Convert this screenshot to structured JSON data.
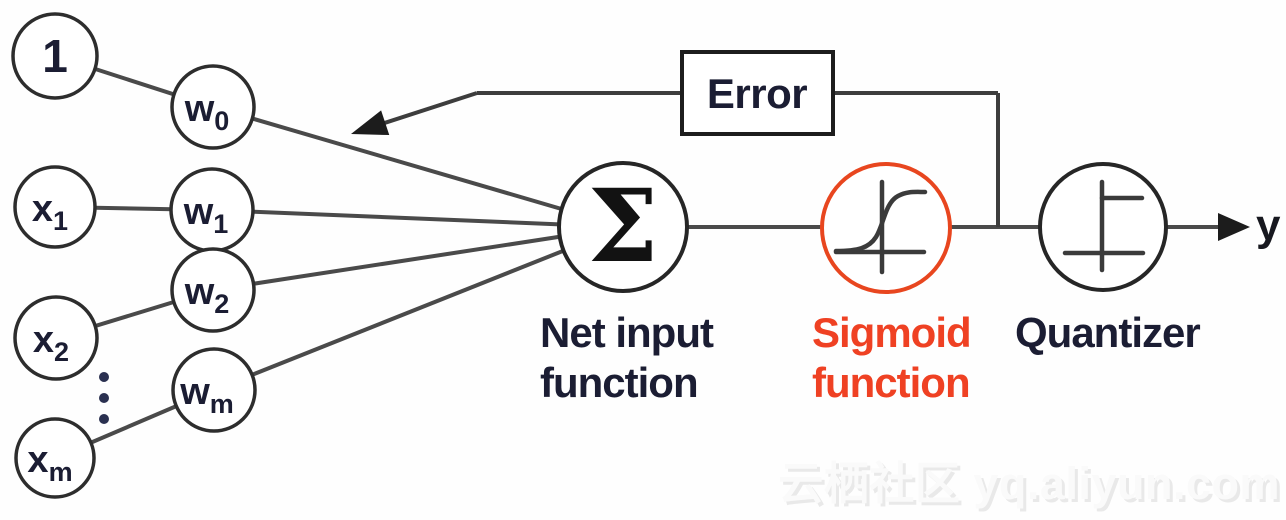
{
  "diagram": {
    "input_nodes": [
      {
        "label": "1",
        "sub": ""
      },
      {
        "label": "x",
        "sub": "1"
      },
      {
        "label": "x",
        "sub": "2"
      },
      {
        "label": "x",
        "sub": "m"
      }
    ],
    "weight_nodes": [
      {
        "label": "w",
        "sub": "0"
      },
      {
        "label": "w",
        "sub": "1"
      },
      {
        "label": "w",
        "sub": "2"
      },
      {
        "label": "w",
        "sub": "m"
      }
    ],
    "net_input_node": {
      "symbol": "Σ",
      "caption_line1": "Net input",
      "caption_line2": "function"
    },
    "sigmoid_node": {
      "caption_line1": "Sigmoid",
      "caption_line2": "function"
    },
    "quantizer_node": {
      "caption": "Quantizer"
    },
    "error_box": {
      "label": "Error"
    },
    "output": {
      "label": "y"
    }
  },
  "watermark": {
    "text": "云栖社区 yq.aliyun.com"
  },
  "colors": {
    "accent_circle": "#E8461F",
    "accent_text": "#EF4123",
    "node_stroke": "#2D2D2D",
    "edge": "#4A4A4A",
    "text_dark": "#1B1D33",
    "watermark": "#FAFAFA",
    "background": "#FFFFFF"
  }
}
